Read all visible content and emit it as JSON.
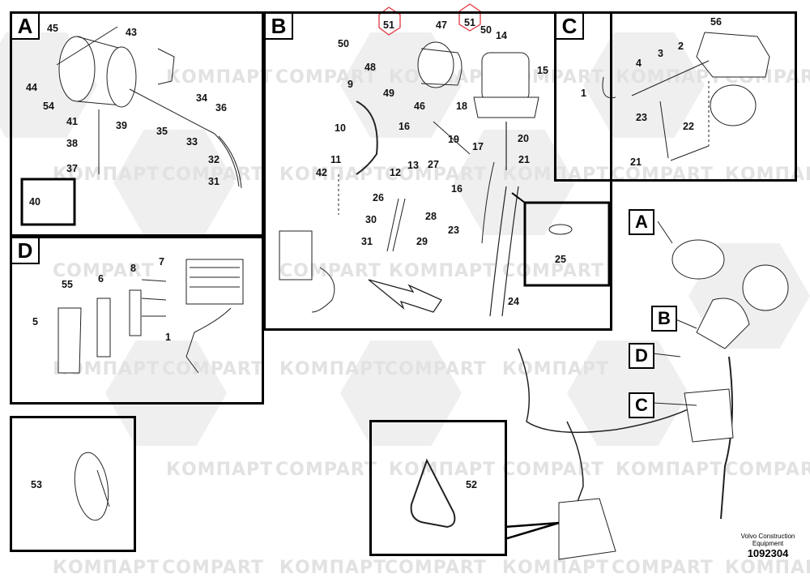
{
  "watermark": {
    "latin": "COMPART",
    "cyrillic": "КОМПАРТ"
  },
  "panels": {
    "A": {
      "letter": "A",
      "labels": [
        "45",
        "43",
        "44",
        "54",
        "34",
        "36",
        "35",
        "33",
        "41",
        "39",
        "38",
        "32",
        "37",
        "31",
        "40"
      ]
    },
    "B": {
      "letter": "B",
      "labels": [
        "51",
        "51",
        "47",
        "50",
        "50",
        "14",
        "48",
        "15",
        "9",
        "49",
        "46",
        "18",
        "10",
        "16",
        "19",
        "20",
        "17",
        "11",
        "12",
        "13",
        "21",
        "42",
        "27",
        "16",
        "26",
        "28",
        "30",
        "23",
        "31",
        "29",
        "25",
        "24"
      ],
      "highlighted": [
        "51",
        "51"
      ],
      "highlight_color": "#e0373f"
    },
    "C": {
      "letter": "C",
      "labels": [
        "56",
        "3",
        "2",
        "4",
        "1",
        "23",
        "22",
        "21"
      ]
    },
    "D": {
      "letter": "D",
      "labels": [
        "7",
        "8",
        "6",
        "55",
        "5",
        "1"
      ]
    },
    "E": {
      "labels": [
        "53"
      ]
    },
    "F": {
      "labels": [
        "52"
      ]
    }
  },
  "overview_callouts": [
    "A",
    "B",
    "D",
    "C"
  ],
  "footer": {
    "brand": "Volvo Construction Equipment",
    "brand_line1": "Volvo Construction",
    "brand_line2": "Equipment",
    "drawing_number": "1092304"
  }
}
